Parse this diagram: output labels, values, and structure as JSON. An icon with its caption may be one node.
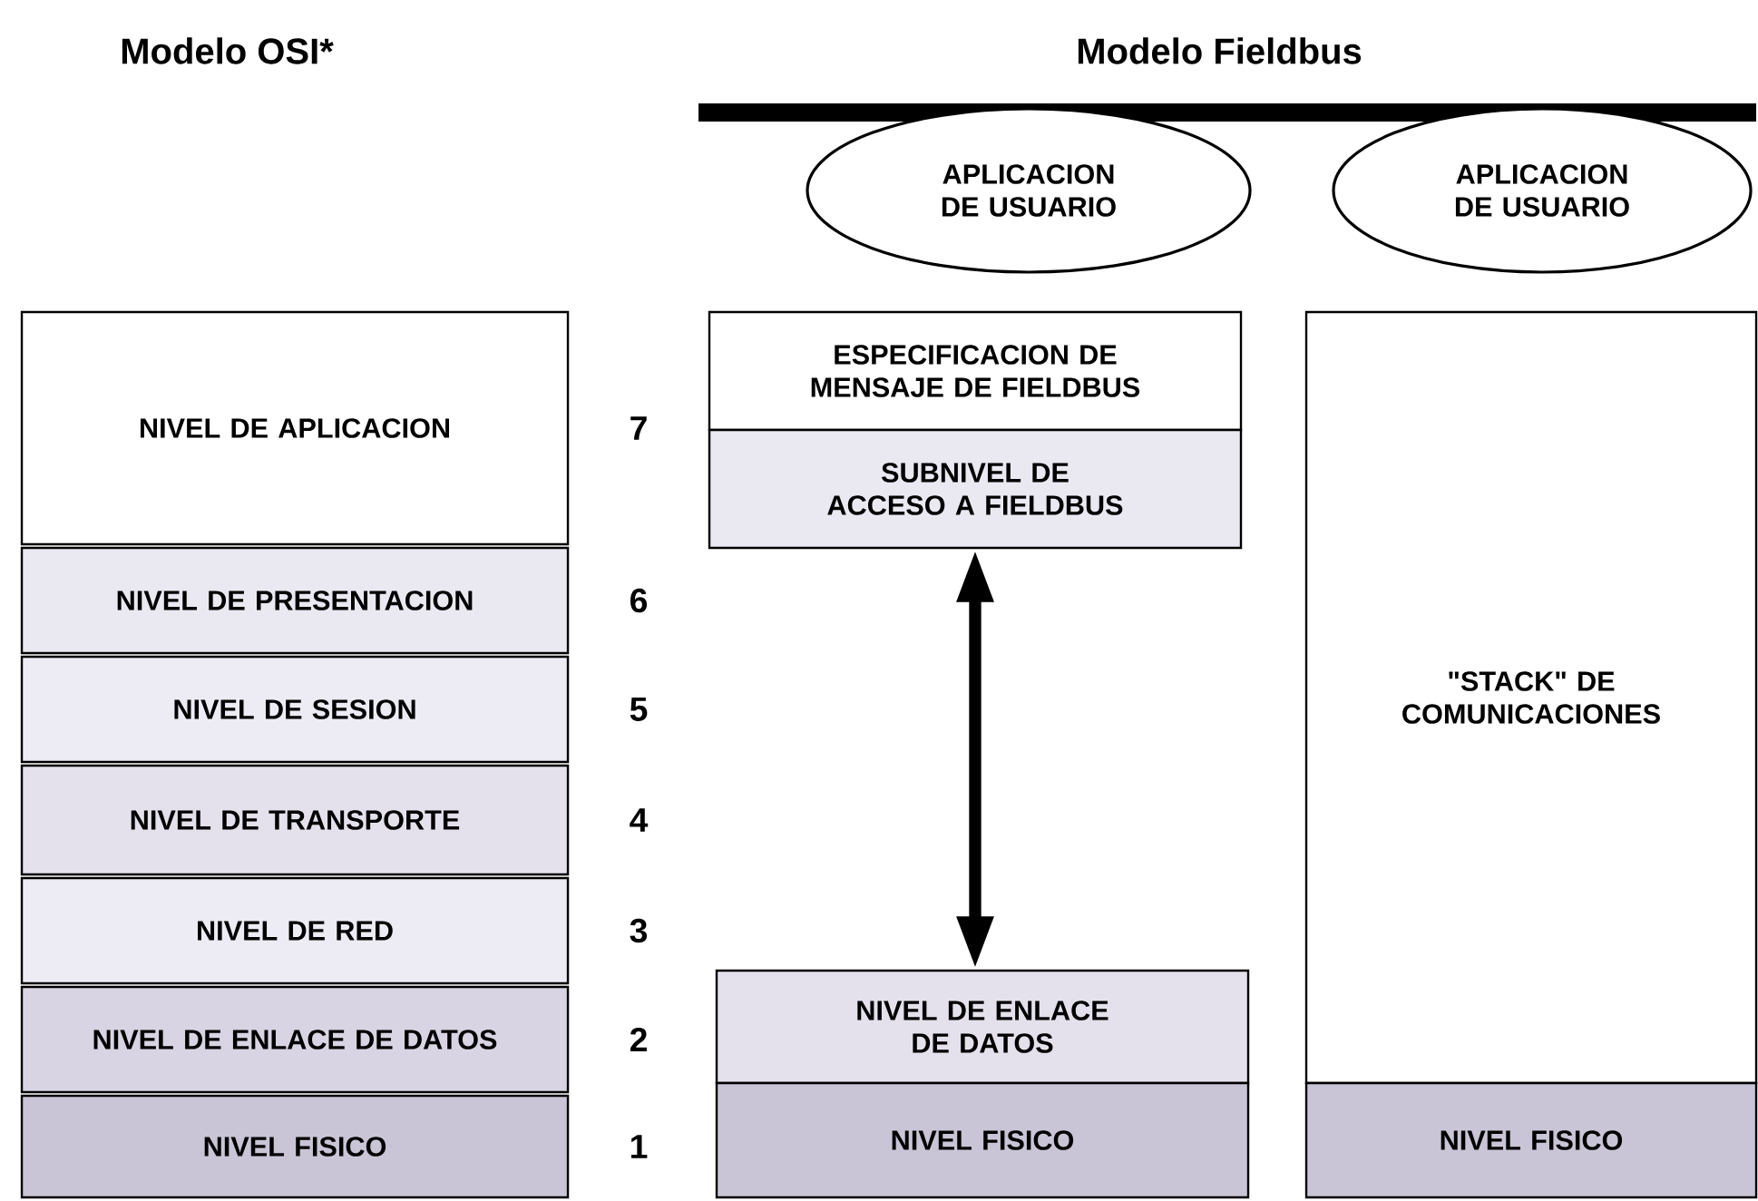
{
  "diagram": {
    "nodes": [
      {
        "text": [
          "APLICACION DE USUARIO"
        ]
      },
      {
        "text": [
          "APLICACION DE USUARIO"
        ]
      },
      {
        "text": [
          "NIVEL DE APLICACION"
        ],
        "beside": [
          "7"
        ]
      },
      {
        "text": [
          "NIVEL DE PRESENTACION"
        ],
        "beside": [
          "6"
        ]
      },
      {
        "text": [
          "NIVEL DE SESION"
        ],
        "beside": [
          "5"
        ]
      },
      {
        "text": [
          "NIVEL DE TRANSPORTE"
        ],
        "beside": [
          "4"
        ]
      },
      {
        "text": [
          "NIVEL DE RED"
        ],
        "beside": [
          "3"
        ]
      },
      {
        "text": [
          "NIVEL DE ENLACE DE DATOS"
        ],
        "beside": [
          "2"
        ]
      },
      {
        "text": [
          "NIVEL FISICO"
        ],
        "beside": [
          "1"
        ]
      },
      {
        "text": [
          "ESPECIFICACION DE MENSAJE DE FIELDBUS"
        ]
      },
      {
        "text": [
          "SUBNIVEL DE ACCESO A FIELDBUS"
        ]
      },
      {
        "text": [
          "NIVEL DE ENLACE DE DATOS"
        ]
      },
      {
        "text": [
          "NIVEL FISICO"
        ]
      },
      {
        "text": [
          "\"STACK\" DE COMUNICACIONES"
        ]
      },
      {
        "text": [
          "NIVEL FISICO"
        ]
      }
    ],
    "edges": [
      {
        "from": 10,
        "to": 11,
        "arrow": "both"
      }
    ],
    "labels": [
      "Modelo OSI*",
      "Modelo Fieldbus"
    ]
  }
}
